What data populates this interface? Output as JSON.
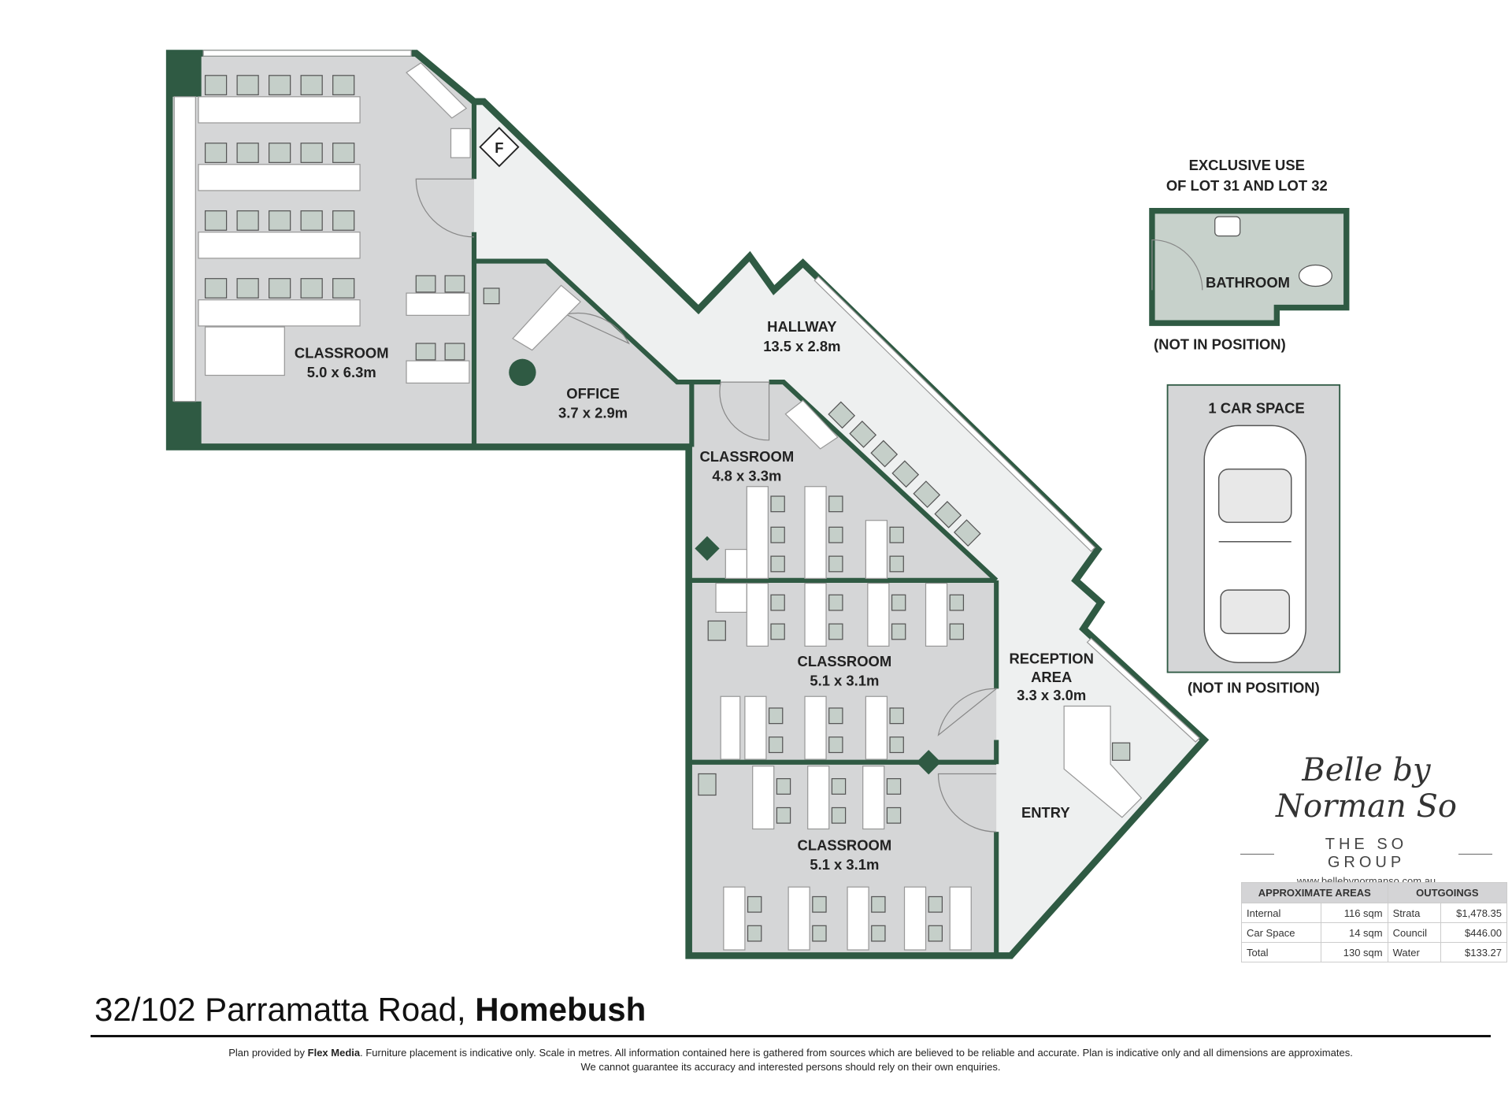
{
  "rooms": {
    "classroom_main": {
      "name": "CLASSROOM",
      "size": "5.0 x 6.3m"
    },
    "office": {
      "name": "OFFICE",
      "size": "3.7 x 2.9m"
    },
    "hallway": {
      "name": "HALLWAY",
      "size": "13.5 x 2.8m"
    },
    "classroom_2": {
      "name": "CLASSROOM",
      "size": "4.8 x 3.3m"
    },
    "classroom_3": {
      "name": "CLASSROOM",
      "size": "5.1 x 3.1m"
    },
    "classroom_4": {
      "name": "CLASSROOM",
      "size": "5.1 x 3.1m"
    },
    "reception": {
      "name_line1": "RECEPTION",
      "name_line2": "AREA",
      "size": "3.3 x 3.0m"
    },
    "entry": {
      "name": "ENTRY"
    },
    "fire": {
      "label": "F"
    }
  },
  "exclusive": {
    "heading_line1": "EXCLUSIVE USE",
    "heading_line2": "OF LOT 31 AND LOT 32",
    "bathroom": "BATHROOM",
    "bathroom_note": "(NOT IN POSITION)",
    "car_space": "1 CAR SPACE",
    "car_note": "(NOT IN POSITION)"
  },
  "logo": {
    "script": "Belle by Norman So",
    "group": "THE SO GROUP",
    "url": "www.bellebynormanso.com.au"
  },
  "table": {
    "headers": [
      "APPROXIMATE AREAS",
      "OUTGOINGS"
    ],
    "rows": [
      {
        "area": "Internal",
        "area_val": "116 sqm",
        "out": "Strata",
        "out_val": "$1,478.35"
      },
      {
        "area": "Car Space",
        "area_val": "14 sqm",
        "out": "Council",
        "out_val": "$446.00"
      },
      {
        "area": "Total",
        "area_val": "130 sqm",
        "out": "Water",
        "out_val": "$133.27"
      }
    ]
  },
  "address": {
    "street": "32/102 Parramatta Road, ",
    "suburb": "Homebush"
  },
  "disclaimer": {
    "prefix": "Plan provided by ",
    "provider": "Flex Media",
    "line1_rest": ". Furniture placement is indicative only. Scale in metres. All information contained here is gathered from sources which are believed to be reliable and accurate. Plan is indicative only and all dimensions are approximates.",
    "line2": "We cannot guarantee its accuracy and interested persons should rely on their own enquiries."
  },
  "colors": {
    "wall": "#2f5a43",
    "room": "#d5d6d7",
    "hall": "#eef0f0",
    "bath": "#c7d1cb"
  }
}
